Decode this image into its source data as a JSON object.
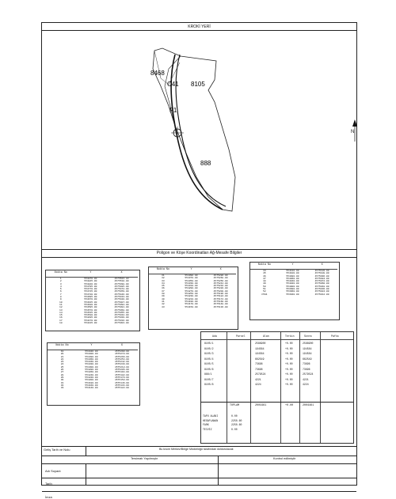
{
  "header": {
    "title": "KROKİ YERİ"
  },
  "sketch": {
    "labels": [
      "8468",
      "C41",
      "8105",
      "F1",
      "888"
    ]
  },
  "north_label": "N",
  "coord_section_title": "Poligon ve Köşe Koordinatları  Ağ-Mesafe Bilgiler",
  "tables": [
    {
      "columns": [
        "Nokta No",
        "Y",
        "X"
      ],
      "rows": [
        [
          "1",
          "554870.00",
          "4575523.83"
        ],
        [
          "2",
          "554845.00",
          "4575510.00"
        ],
        [
          "3",
          "554820.00",
          "4575498.00"
        ],
        [
          "4",
          "554795.00",
          "4575485.00"
        ],
        [
          "5",
          "554770.00",
          "4575472.00"
        ],
        [
          "6",
          "554745.00",
          "4575459.00"
        ],
        [
          "7",
          "554720.00",
          "4575446.00"
        ],
        [
          "8",
          "554695.00",
          "4575433.00"
        ],
        [
          "9",
          "554670.00",
          "4575420.00"
        ],
        [
          "10",
          "554645.00",
          "4575407.00"
        ],
        [
          "11",
          "554620.00",
          "4575394.00"
        ],
        [
          "12",
          "554595.00",
          "4575381.00"
        ],
        [
          "13",
          "554570.00",
          "4575368.00"
        ],
        [
          "14",
          "554545.00",
          "4575355.00"
        ],
        [
          "15",
          "554520.00",
          "4575342.00"
        ],
        [
          "16",
          "554495.00",
          "4575329.00"
        ],
        [
          "17",
          "554470.00",
          "4575316.00"
        ],
        [
          "18",
          "554445.00",
          "4575303.00"
        ]
      ]
    },
    {
      "columns": [
        "Nokta No",
        "Y",
        "X"
      ],
      "rows": [
        [
          "31",
          "554390.00",
          "4575280.00"
        ],
        [
          "32",
          "554370.00",
          "4575268.00"
        ],
        [
          "33",
          "554350.00",
          "4575256.00"
        ],
        [
          "34",
          "554330.00",
          "4575244.00"
        ],
        [
          "35",
          "554310.00",
          "4575232.00"
        ],
        [
          "36",
          "554290.00",
          "4575220.00"
        ],
        [
          "37",
          "554270.00",
          "4575208.00"
        ],
        [
          "38",
          "554250.00",
          "4575196.00"
        ],
        [
          "39",
          "554230.00",
          "4575184.00"
        ],
        [
          "40",
          "554210.00",
          "4575172.00"
        ],
        [
          "41",
          "554190.00",
          "4575160.00"
        ],
        [
          "42",
          "554170.00",
          "4575148.00"
        ],
        [
          "43",
          "554150.00",
          "4575136.00"
        ]
      ]
    },
    {
      "columns": [
        "Nokta No",
        "Y",
        "X"
      ],
      "rows": [
        [
          "44",
          "554120.00",
          "4575120.00"
        ],
        [
          "45",
          "554100.00",
          "4575108.00"
        ],
        [
          "46",
          "554080.00",
          "4575096.00"
        ],
        [
          "47",
          "554060.00",
          "4575084.00"
        ],
        [
          "48",
          "554040.00",
          "4575072.00"
        ],
        [
          "49",
          "554020.00",
          "4575060.00"
        ],
        [
          "50",
          "554000.00",
          "4575048.00"
        ],
        [
          "51",
          "553980.00",
          "4575036.00"
        ],
        [
          "52",
          "553960.00",
          "4575024.00"
        ],
        [
          "C564",
          "553940.00",
          "4575012.00"
        ]
      ]
    },
    {
      "columns": [
        "Nokta No",
        "Y",
        "X"
      ],
      "rows": [
        [
          "19",
          "554420.00",
          "4575290.00"
        ],
        [
          "20",
          "554400.00",
          "4575278.00"
        ],
        [
          "21",
          "554380.00",
          "4575266.00"
        ],
        [
          "22",
          "554360.00",
          "4575254.00"
        ],
        [
          "23",
          "554340.00",
          "4575242.00"
        ],
        [
          "24",
          "554320.00",
          "4575230.00"
        ],
        [
          "25",
          "554300.00",
          "4575218.00"
        ],
        [
          "26",
          "554280.00",
          "4575206.00"
        ],
        [
          "27",
          "554260.00",
          "4575194.00"
        ],
        [
          "28",
          "554240.00",
          "4575182.00"
        ],
        [
          "29",
          "554220.00",
          "4575170.00"
        ],
        [
          "30",
          "554200.00",
          "4575158.00"
        ],
        [
          "31",
          "554180.00",
          "4575146.00"
        ],
        [
          "32",
          "554160.00",
          "4575134.00"
        ],
        [
          "33",
          "554140.00",
          "4575122.00"
        ]
      ]
    }
  ],
  "area_table": {
    "columns": [
      "Ada",
      "Parsel",
      "Alan",
      "Terkin",
      "Sonra",
      "Pafta"
    ],
    "rows": [
      [
        "8105/1",
        "",
        "2588900",
        "+0.00",
        "2588900",
        ""
      ],
      [
        "8105/2",
        "",
        "194584",
        "+0.00",
        "194584",
        ""
      ],
      [
        "8105/3",
        "",
        "194584",
        "+0.00",
        "194584",
        ""
      ],
      [
        "8105/4",
        "",
        "662549",
        "+0.00",
        "662549",
        ""
      ],
      [
        "8105/5",
        "",
        "73696",
        "+0.00",
        "73696",
        ""
      ],
      [
        "8105/6",
        "",
        "73696",
        "+0.00",
        "73696",
        ""
      ],
      [
        "888/1",
        "",
        "2579524",
        "+0.00",
        "2579524",
        ""
      ],
      [
        "8105/7",
        "",
        "4221",
        "+0.00",
        "4221",
        ""
      ],
      [
        "8105/8",
        "",
        "4224",
        "+0.00",
        "4224",
        ""
      ]
    ],
    "total_label": "TOPLAM",
    "total_values": [
      "2004461",
      "+0.00",
      "2004461"
    ],
    "summary": [
      [
        "TAPU ALANI",
        "0.00"
      ],
      [
        "HESAPLANAN",
        "2250.60"
      ],
      [
        "FARK",
        "2250.60"
      ],
      [
        "TECVİZ",
        "0.00"
      ]
    ]
  },
  "footer": {
    "arrival_label": "Geliş Tarih ve Nolu",
    "arrival_text": "Bu kısım Merkez/Bölge Müdürlüğü tarafından doldurulacak",
    "prepared_label": "Tersimatı Yapılmıştır",
    "checked_label": "Kontrol edilmiştir",
    "rows": [
      "Adı Soyadı",
      "Tarih",
      "İmza"
    ]
  }
}
